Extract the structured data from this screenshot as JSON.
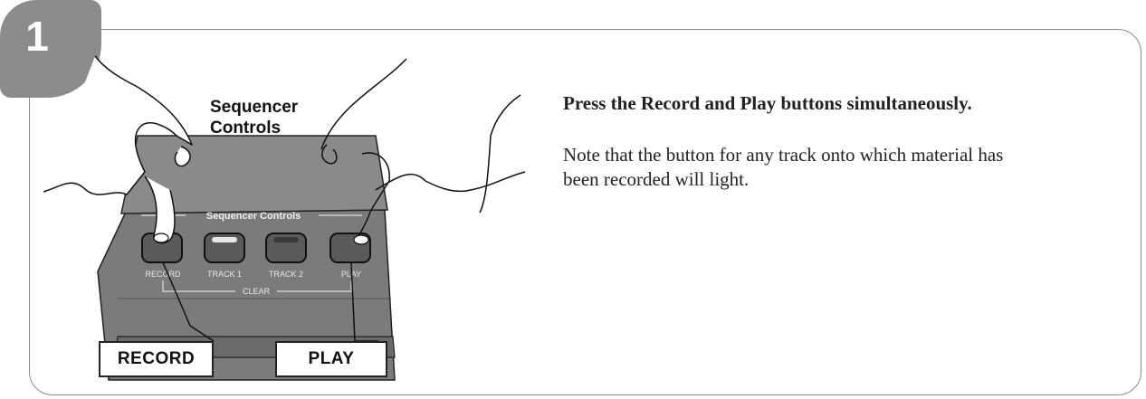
{
  "step": {
    "number": "1"
  },
  "illustration": {
    "callout_heading": "Sequencer Controls",
    "panel_label": "Sequencer Controls",
    "buttons": [
      {
        "label": "RECORD",
        "icon": "record-button"
      },
      {
        "label": "TRACK 1",
        "icon": "track-1-button"
      },
      {
        "label": "TRACK 2",
        "icon": "track-2-button"
      },
      {
        "label": "PLAY",
        "icon": "play-button"
      }
    ],
    "clear_label": "CLEAR",
    "callouts": {
      "record": "RECORD",
      "play": "PLAY"
    }
  },
  "instructions": {
    "title": "Press the Record and Play buttons simultaneously.",
    "body": "Note that the button for any track onto which material has been recorded will light."
  }
}
